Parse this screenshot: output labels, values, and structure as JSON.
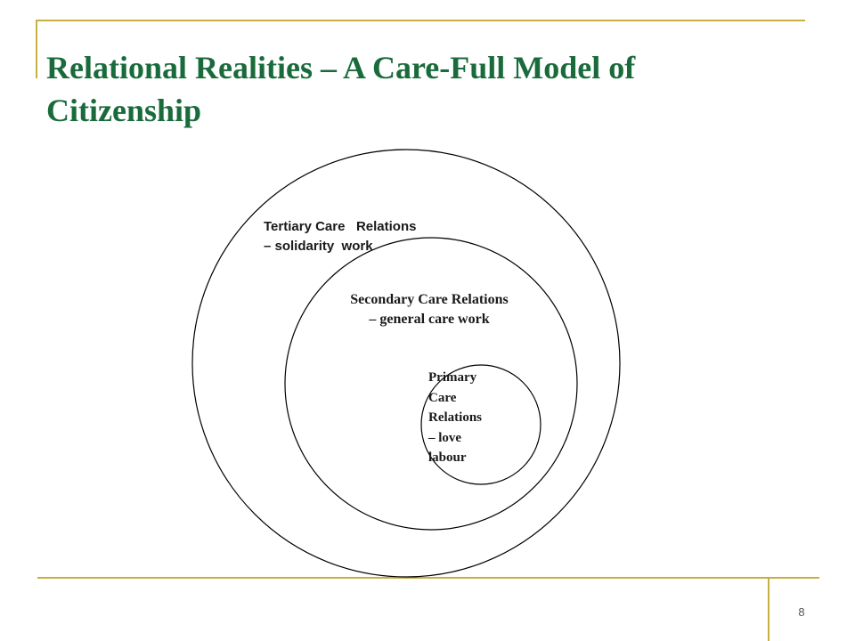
{
  "slide": {
    "title": "Relational Realities – A Care-Full Model of Citizenship",
    "page_number": "8",
    "accent_color": "#c8b040",
    "title_color": "#1a6b3c"
  },
  "diagram": {
    "tertiary": {
      "line1": "Tertiary Care   Relations",
      "line2": "– solidarity  work"
    },
    "secondary": {
      "line1": "Secondary Care Relations",
      "line2": "– general care work"
    },
    "primary": {
      "line1": "Primary",
      "line2": "Care",
      "line3": "Relations",
      "line4": "– love",
      "line5": "labour"
    }
  }
}
